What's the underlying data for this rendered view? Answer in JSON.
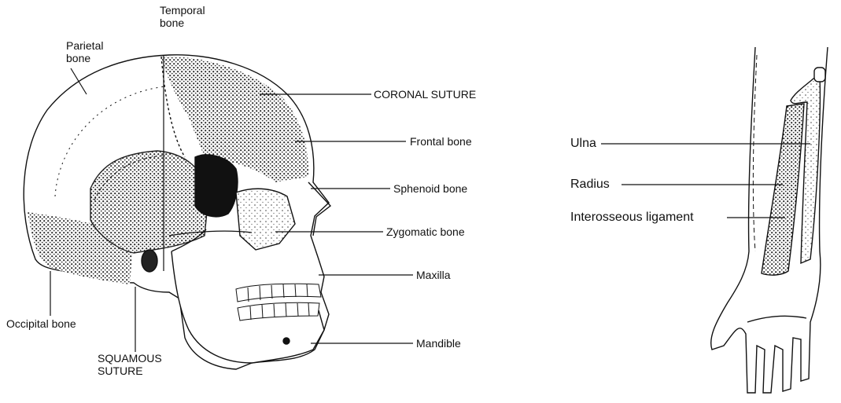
{
  "skull_labels": {
    "temporal_bone": "Temporal\nbone",
    "parietal_bone": "Parietal\nbone",
    "coronal_suture": "CORONAL SUTURE",
    "frontal_bone": "Frontal bone",
    "sphenoid_bone": "Sphenoid bone",
    "zygomatic_bone": "Zygomatic bone",
    "maxilla": "Maxilla",
    "mandible": "Mandible",
    "occipital_bone": "Occipital bone",
    "squamous_suture": "SQUAMOUS\nSUTURE"
  },
  "forearm_labels": {
    "ulna": "Ulna",
    "radius": "Radius",
    "interosseous_ligament": "Interosseous ligament"
  }
}
